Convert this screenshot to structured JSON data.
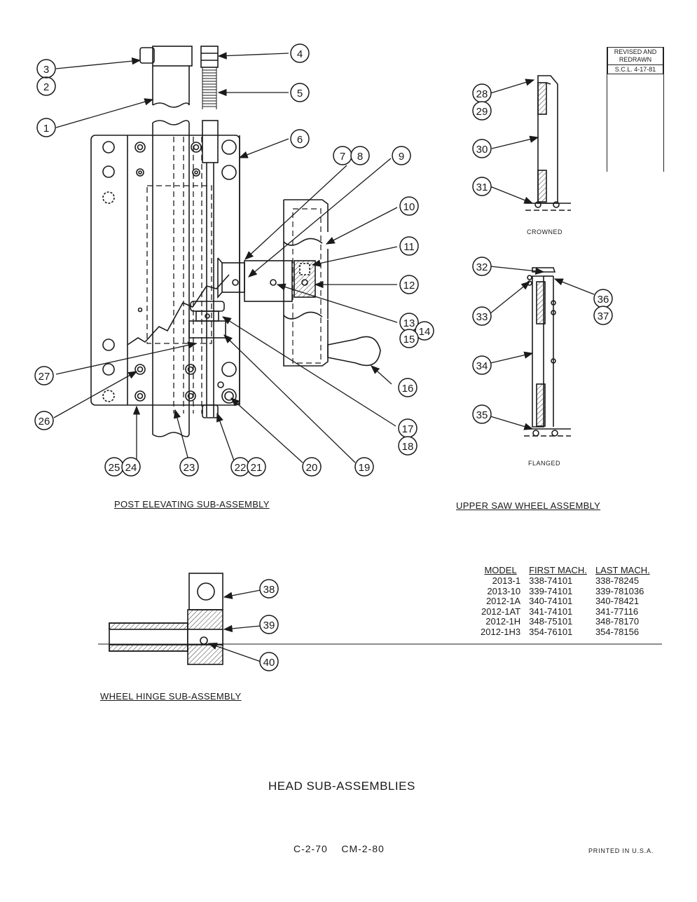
{
  "titles": {
    "post_elevating": "POST ELEVATING SUB-ASSEMBLY",
    "upper_saw_wheel": "UPPER SAW WHEEL ASSEMBLY",
    "wheel_hinge": "WHEEL HINGE SUB-ASSEMBLY",
    "page_title": "HEAD SUB-ASSEMBLIES"
  },
  "labels": {
    "crowned": "CROWNED",
    "flanged": "FLANGED"
  },
  "revision": {
    "line1": "REVISED AND",
    "line2": "REDRAWN",
    "date": "S.C.L. 4-17-81"
  },
  "callouts": [
    "1",
    "2",
    "3",
    "4",
    "5",
    "6",
    "7",
    "8",
    "9",
    "10",
    "11",
    "12",
    "13",
    "14",
    "15",
    "16",
    "17",
    "18",
    "19",
    "20",
    "21",
    "22",
    "23",
    "24",
    "25",
    "26",
    "27",
    "28",
    "29",
    "30",
    "31",
    "32",
    "33",
    "34",
    "35",
    "36",
    "37",
    "38",
    "39",
    "40"
  ],
  "model_table": {
    "headers": [
      "MODEL",
      "FIRST MACH.",
      "LAST MACH."
    ],
    "rows": [
      [
        "2013-1",
        "338-74101",
        "338-78245"
      ],
      [
        "2013-10",
        "339-74101",
        "339-781036"
      ],
      [
        "2012-1A",
        "340-74101",
        "340-78421"
      ],
      [
        "2012-1AT",
        "341-74101",
        "341-77116"
      ],
      [
        "2012-1H",
        "348-75101",
        "348-78170"
      ],
      [
        "2012-1H3",
        "354-76101",
        "354-78156"
      ]
    ]
  },
  "footer": {
    "codes": "C-2-70    CM-2-80",
    "printed": "PRINTED IN U.S.A."
  }
}
